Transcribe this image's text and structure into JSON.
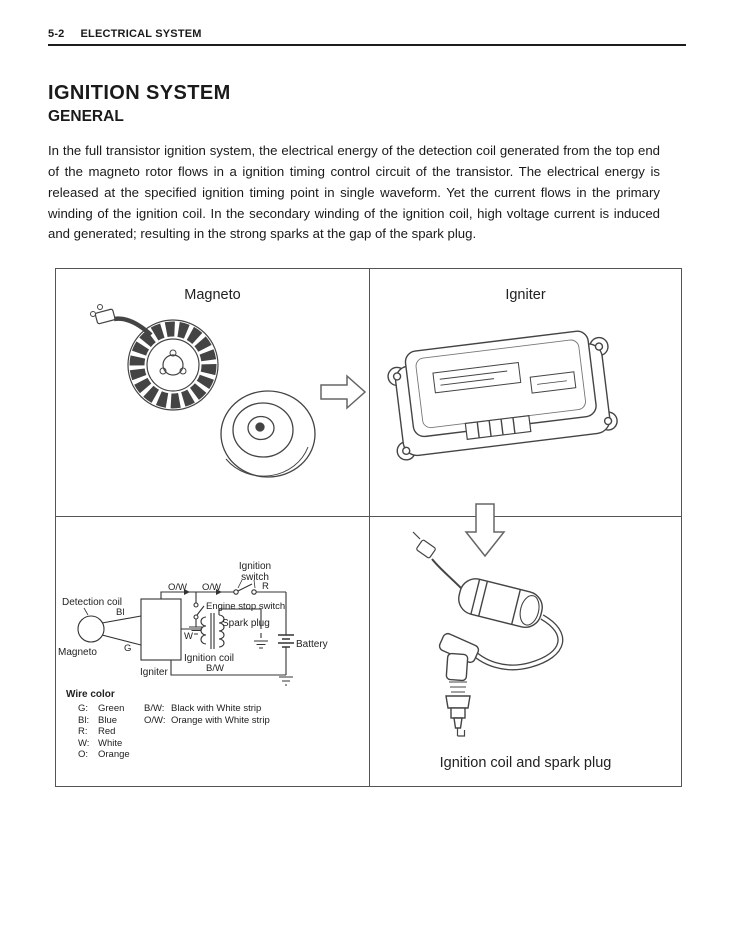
{
  "header": {
    "page_num": "5-2",
    "section": "ELECTRICAL SYSTEM"
  },
  "title": "IGNITION SYSTEM",
  "subtitle": "GENERAL",
  "paragraph": "In the full transistor ignition system, the electrical energy of the detection coil generated from the top end of the magneto rotor flows in a ignition timing control circuit of the transistor. The electrical energy is released at the specified ignition timing point in single waveform. Yet the current flows in the primary winding of the ignition coil. In the secondary winding of the ignition coil, high voltage current is induced and generated; resulting in the strong sparks at the gap of the spark plug.",
  "figure": {
    "magneto_title": "Magneto",
    "igniter_title": "Igniter",
    "caption": "Ignition coil and spark plug",
    "circuit": {
      "detection_coil": "Detection coil",
      "magneto": "Magneto",
      "igniter": "Igniter",
      "ignition_switch": "Ignition switch",
      "engine_stop_switch": "Engine stop switch",
      "spark_plug": "Spark plug",
      "ignition_coil": "Ignition coil",
      "battery": "Battery",
      "wires": {
        "ow1": "O/W",
        "ow2": "O/W",
        "r": "R",
        "bl": "Bl",
        "g": "G",
        "w": "W",
        "bw": "B/W"
      }
    },
    "legend": {
      "title": "Wire color",
      "col1": [
        {
          "code": "G:",
          "name": "Green"
        },
        {
          "code": "Bl:",
          "name": "Blue"
        },
        {
          "code": "R:",
          "name": "Red"
        },
        {
          "code": "W:",
          "name": "White"
        },
        {
          "code": "O:",
          "name": "Orange"
        }
      ],
      "col2": [
        {
          "code": "B/W:",
          "name": "Black with White strip"
        },
        {
          "code": "O/W:",
          "name": "Orange with White strip"
        }
      ]
    }
  }
}
